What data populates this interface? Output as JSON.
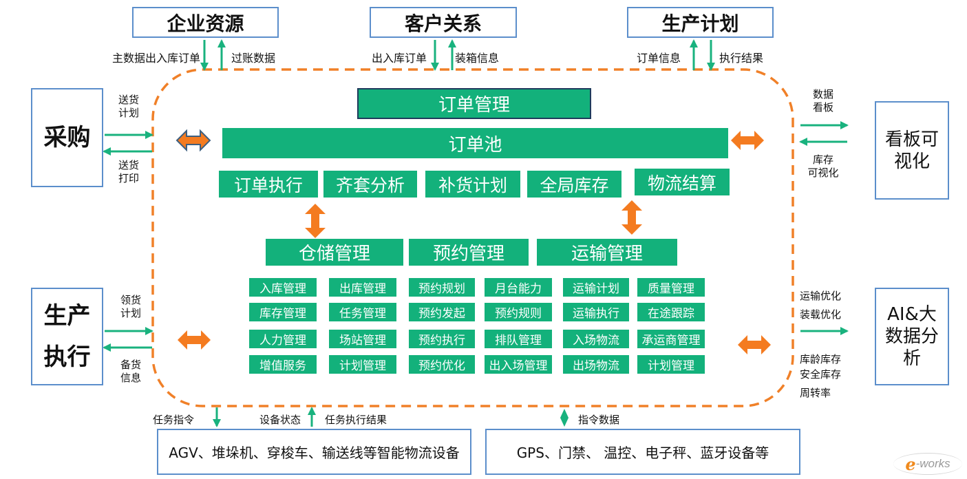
{
  "top_systems": [
    {
      "name": "企业资源",
      "label_a": "主数据出入库订单",
      "label_b": "过账数据"
    },
    {
      "name": "客户关系",
      "label_a": "出入库订单",
      "label_b": "装箱信息"
    },
    {
      "name": "生产计划",
      "label_a": "订单信息",
      "label_b": "执行结果"
    }
  ],
  "left_systems": [
    {
      "name": "采购",
      "label_a": "送货\n计划",
      "label_b": "送货\n打印"
    },
    {
      "name": "生产\n执行",
      "label_a": "领货\n计划",
      "label_b": "备货\n信息"
    }
  ],
  "right_systems": [
    {
      "name": "看板可\n视化",
      "labels": [
        "数据\n看板",
        "库存\n可视化"
      ]
    },
    {
      "name": "AI&大\n数据分\n析",
      "labels": [
        "运输优化",
        "装载优化",
        "库龄库存",
        "安全库存",
        "周转率"
      ]
    }
  ],
  "core": {
    "order_management": "订单管理",
    "order_pool": "订单池",
    "order_modules": [
      "订单执行",
      "齐套分析",
      "补货计划",
      "全局库存",
      "物流结算"
    ],
    "management_modules": [
      "仓储管理",
      "预约管理",
      "运输管理"
    ],
    "function_grid": [
      [
        "入库管理",
        "出库管理",
        "预约规划",
        "月台能力",
        "运输计划",
        "质量管理"
      ],
      [
        "库存管理",
        "任务管理",
        "预约发起",
        "预约规则",
        "运输执行",
        "在途跟踪"
      ],
      [
        "人力管理",
        "场站管理",
        "预约执行",
        "排队管理",
        "入场物流",
        "承运商管理"
      ],
      [
        "增值服务",
        "计划管理",
        "预约优化",
        "出入场管理",
        "出场物流",
        "计划管理"
      ]
    ]
  },
  "bottom": {
    "labels": [
      "任务指令",
      "设备状态",
      "任务执行结果",
      "指令数据"
    ],
    "devices": [
      "AGV、堆垛机、穿梭车、输送线等智能物流设备",
      "GPS、门禁、 温控、电子秤、蓝牙设备等"
    ]
  },
  "logo": {
    "prefix": "e",
    "suffix": "-works"
  },
  "colors": {
    "module_green": "#13b17b",
    "arrow_green": "#19b27e",
    "dashed_orange": "#f08028",
    "double_arrow_orange": "#f47b20",
    "box_border_blue": "#5b8ecb",
    "order_management_border": "#1f3a5c"
  }
}
